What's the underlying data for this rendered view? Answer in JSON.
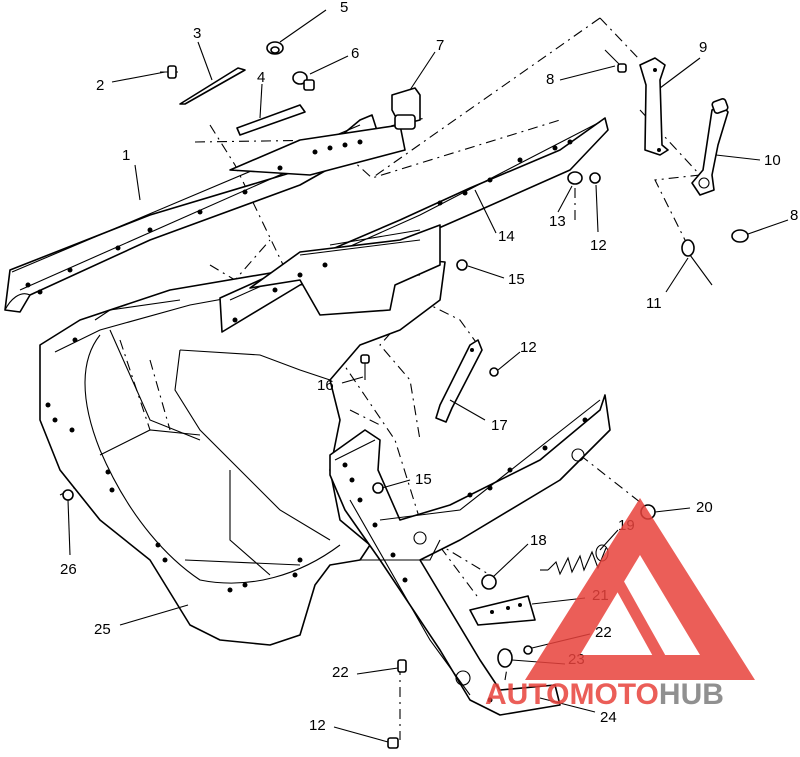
{
  "callouts": [
    {
      "id": "1",
      "text": "1"
    },
    {
      "id": "2",
      "text": "2"
    },
    {
      "id": "3",
      "text": "3"
    },
    {
      "id": "4",
      "text": "4"
    },
    {
      "id": "5",
      "text": "5"
    },
    {
      "id": "6",
      "text": "6"
    },
    {
      "id": "7",
      "text": "7"
    },
    {
      "id": "8a",
      "text": "8"
    },
    {
      "id": "8b",
      "text": "8"
    },
    {
      "id": "9",
      "text": "9"
    },
    {
      "id": "10",
      "text": "10"
    },
    {
      "id": "11",
      "text": "11"
    },
    {
      "id": "12a",
      "text": "12"
    },
    {
      "id": "12b",
      "text": "12"
    },
    {
      "id": "12c",
      "text": "12"
    },
    {
      "id": "13",
      "text": "13"
    },
    {
      "id": "14",
      "text": "14"
    },
    {
      "id": "15a",
      "text": "15"
    },
    {
      "id": "15b",
      "text": "15"
    },
    {
      "id": "16",
      "text": "16"
    },
    {
      "id": "17",
      "text": "17"
    },
    {
      "id": "18",
      "text": "18"
    },
    {
      "id": "19",
      "text": "19"
    },
    {
      "id": "20",
      "text": "20"
    },
    {
      "id": "21",
      "text": "21"
    },
    {
      "id": "22a",
      "text": "22"
    },
    {
      "id": "22b",
      "text": "22"
    },
    {
      "id": "23",
      "text": "23"
    },
    {
      "id": "24",
      "text": "24"
    },
    {
      "id": "25",
      "text": "25"
    },
    {
      "id": "26",
      "text": "26"
    }
  ],
  "watermark": {
    "word_auto": "AUTO",
    "word_moto": "MOTO",
    "word_hub": "HUB",
    "color_red": "#e8423c",
    "color_gray": "#7d7d7d"
  }
}
